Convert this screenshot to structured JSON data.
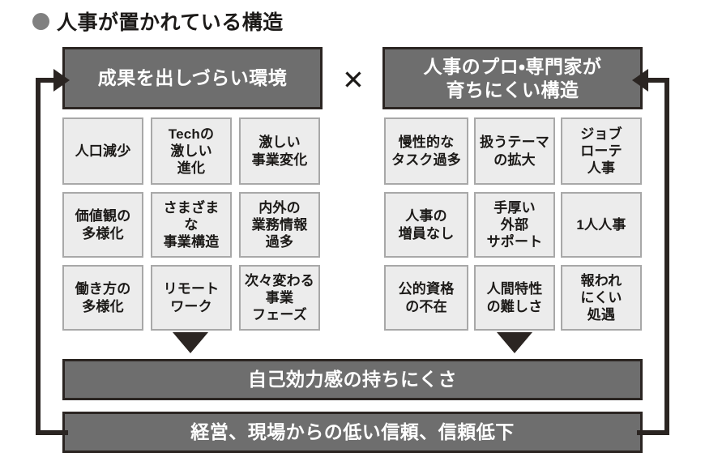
{
  "title": {
    "bullet_color": "#808080",
    "text": "人事が置かれている構造"
  },
  "colors": {
    "dark_box_fill": "#6e6e6e",
    "dark_box_border": "#2b2522",
    "light_cell_fill": "#ececec",
    "light_cell_border": "#a8a8a8",
    "text_dark": "#1c1a18",
    "text_light": "#ffffff",
    "arrow": "#2b2522"
  },
  "operator": {
    "symbol": "✕",
    "name": "multiply"
  },
  "left_group": {
    "header": "成果を出しづらい環境",
    "cells": [
      "人口減少",
      "Techの\n激しい\n進化",
      "激しい\n事業変化",
      "価値観の\n多様化",
      "さまざま\nな\n事業構造",
      "内外の\n業務情報\n過多",
      "働き方の\n多様化",
      "リモート\nワーク",
      "次々変わる\n事業\nフェーズ"
    ]
  },
  "right_group": {
    "header": "人事のプロ・専門家が\n育ちにくい構造",
    "cells": [
      "慢性的な\nタスク過多",
      "扱うテーマ\nの拡大",
      "ジョブ\nローテ\n人事",
      "人事の\n増員なし",
      "手厚い\n外部\nサポート",
      "1人人事",
      "公的資格\nの不在",
      "人間特性\nの難しさ",
      "報われ\nにくい\n処遇"
    ]
  },
  "outcomes": {
    "efficacy": "自己効力感の持ちにくさ",
    "trust": "経営、現場からの低い信頼、信頼低下"
  },
  "connectors": {
    "down_arrow_left": "triangle-down",
    "down_arrow_right": "triangle-down",
    "feedback_left": "loop-arrow-to-left-header",
    "feedback_right": "loop-arrow-to-right-header"
  }
}
